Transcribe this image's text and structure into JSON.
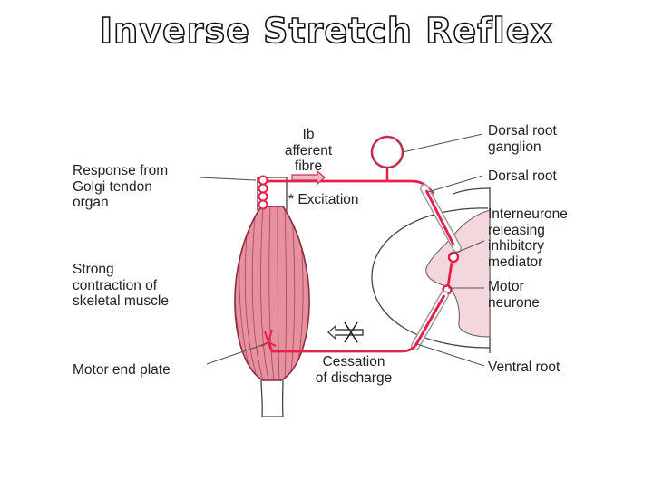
{
  "title": "Inverse Stretch Reflex",
  "labels": {
    "response_gto": "Response from\nGolgi tendon\norgan",
    "strong_contraction": "Strong\ncontraction of\nskeletal muscle",
    "motor_end_plate": "Motor end plate",
    "ib_afferent": "Ib\nafferent\nfibre",
    "excitation": "* Excitation",
    "cessation": "Cessation\nof discharge",
    "dorsal_root_ganglion": "Dorsal root\nganglion",
    "dorsal_root": "Dorsal root",
    "interneurone": "Interneurone\nreleasing\ninhibitory\nmediator",
    "motor_neurone": "Motor\nneurone",
    "ventral_root": "Ventral root"
  },
  "colors": {
    "muscle_fill": "#e7919e",
    "muscle_stripe": "#8a2c3e",
    "nerve": "#e61f4b",
    "nerve_outline": "#555555",
    "grey_matter": "#f4d7dc",
    "outline": "#444444"
  }
}
